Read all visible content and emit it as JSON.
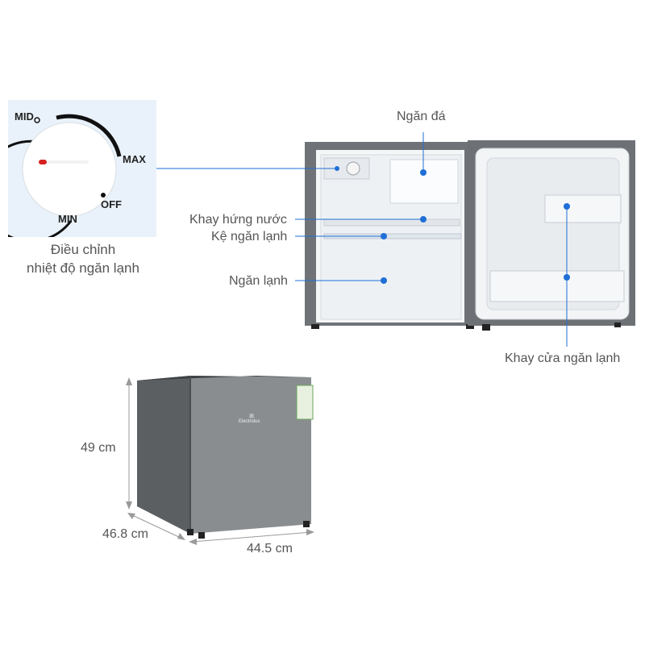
{
  "dial": {
    "mid": "MID",
    "max": "MAX",
    "off": "OFF",
    "min": "MIN",
    "caption_line1": "Điều chỉnh",
    "caption_line2": "nhiệt độ ngăn lạnh"
  },
  "callouts": {
    "freezer": "Ngăn đá",
    "drip_tray": "Khay hứng nước",
    "shelf": "Kệ ngăn lạnh",
    "fridge": "Ngăn lạnh",
    "door_tray": "Khay cửa ngăn lạnh"
  },
  "dimensions": {
    "height": "49 cm",
    "depth": "46.8 cm",
    "width": "44.5 cm"
  },
  "brand": "Electrolux",
  "colors": {
    "accent": "#1f6fd6",
    "dial_bg": "#e9f2fa",
    "steel": "#8a8d90"
  }
}
